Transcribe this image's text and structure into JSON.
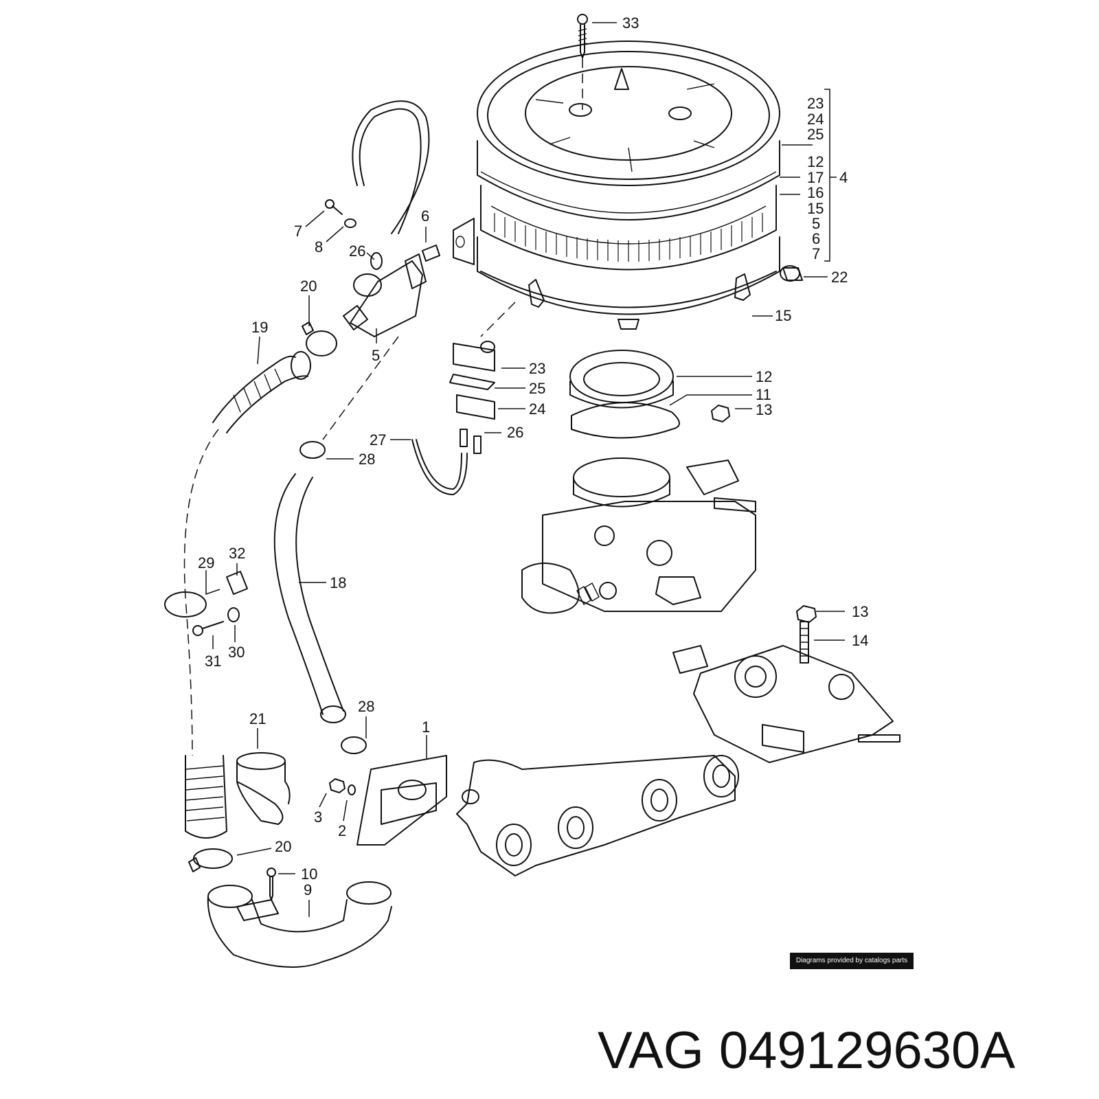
{
  "diagram": {
    "callouts": {
      "c33": "33",
      "c23a": "23",
      "c24a": "24",
      "c25a": "25",
      "c12a": "12",
      "c17": "17",
      "c16": "16",
      "c15a": "15",
      "c5a": "5",
      "c6a": "6",
      "c7a": "7",
      "c4": "4",
      "c22": "22",
      "c15b": "15",
      "c6b": "6",
      "c7b": "7",
      "c8": "8",
      "c26a": "26",
      "c20a": "20",
      "c19": "19",
      "c5b": "5",
      "c23b": "23",
      "c25b": "25",
      "c24b": "24",
      "c26b": "26",
      "c12b": "12",
      "c11": "11",
      "c13a": "13",
      "c27": "27",
      "c28a": "28",
      "c32": "32",
      "c29": "29",
      "c18": "18",
      "c31": "31",
      "c30": "30",
      "c13b": "13",
      "c14": "14",
      "c28b": "28",
      "c21": "21",
      "c1": "1",
      "c3": "3",
      "c2": "2",
      "c20b": "20",
      "c10": "10",
      "c9": "9"
    }
  },
  "credit": "Diagrams provided by catalogs parts",
  "part_label": {
    "brand": "VAG",
    "number": "049129630A"
  }
}
